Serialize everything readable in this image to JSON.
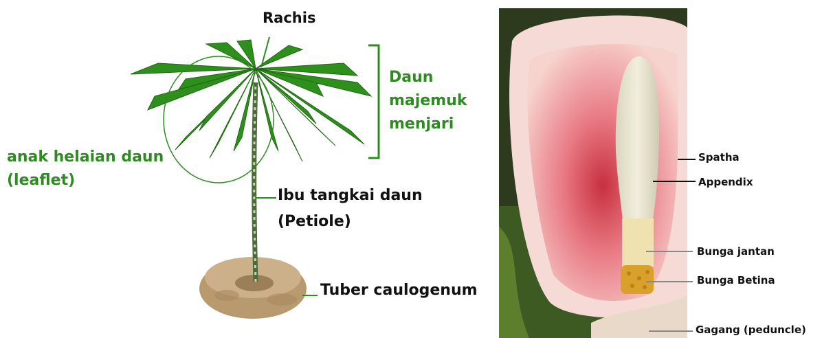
{
  "left_diagram": {
    "labels": {
      "rachis": "Rachis",
      "compound_leaf_line1": "Daun",
      "compound_leaf_line2": "majemuk",
      "compound_leaf_line3": "menjari",
      "leaflet_line1": "anak helaian daun",
      "leaflet_line2": "(leaflet)",
      "petiole_line1": "Ibu tangkai daun",
      "petiole_line2": "(Petiole)",
      "tuber": "Tuber caulogenum"
    }
  },
  "right_diagram": {
    "labels": {
      "spatha": "Spatha",
      "appendix": "Appendix",
      "male_flower": "Bunga jantan",
      "female_flower": "Bunga Betina",
      "peduncle": "Gagang (peduncle)"
    }
  },
  "colors": {
    "green_label": "#2e8b22",
    "black_label": "#111111",
    "leaf": "#2f8f1c",
    "spathe": "#e58a8a"
  }
}
